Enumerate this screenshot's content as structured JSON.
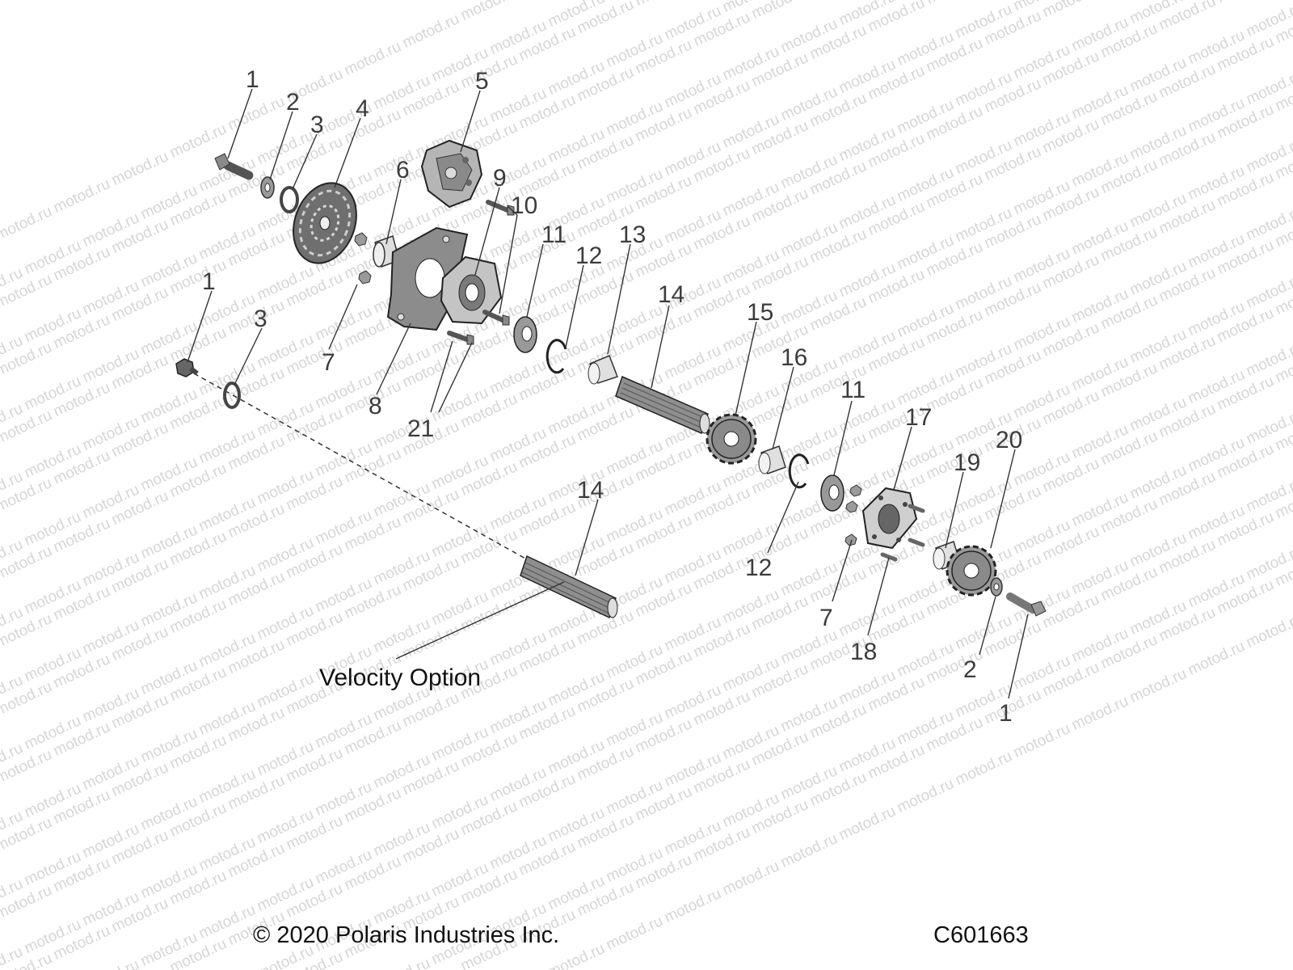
{
  "watermark": "motod.ru",
  "callouts": [
    "1",
    "2",
    "3",
    "4",
    "5",
    "6",
    "7",
    "8",
    "9",
    "10",
    "11",
    "12",
    "13",
    "14",
    "15",
    "16",
    "17",
    "18",
    "19",
    "20",
    "21"
  ],
  "labels": {
    "velocity_option": "Velocity Option",
    "copyright": "© 2020 Polaris Industries Inc.",
    "figure_code": "C601663"
  },
  "icons": [
    "bolt",
    "washer",
    "seal-ring",
    "brake-disc",
    "caliper",
    "nut",
    "bushing",
    "mounting-plate",
    "bearing-housing",
    "bearing",
    "snap-ring",
    "splined-shaft",
    "sprocket",
    "coupler-flange"
  ]
}
